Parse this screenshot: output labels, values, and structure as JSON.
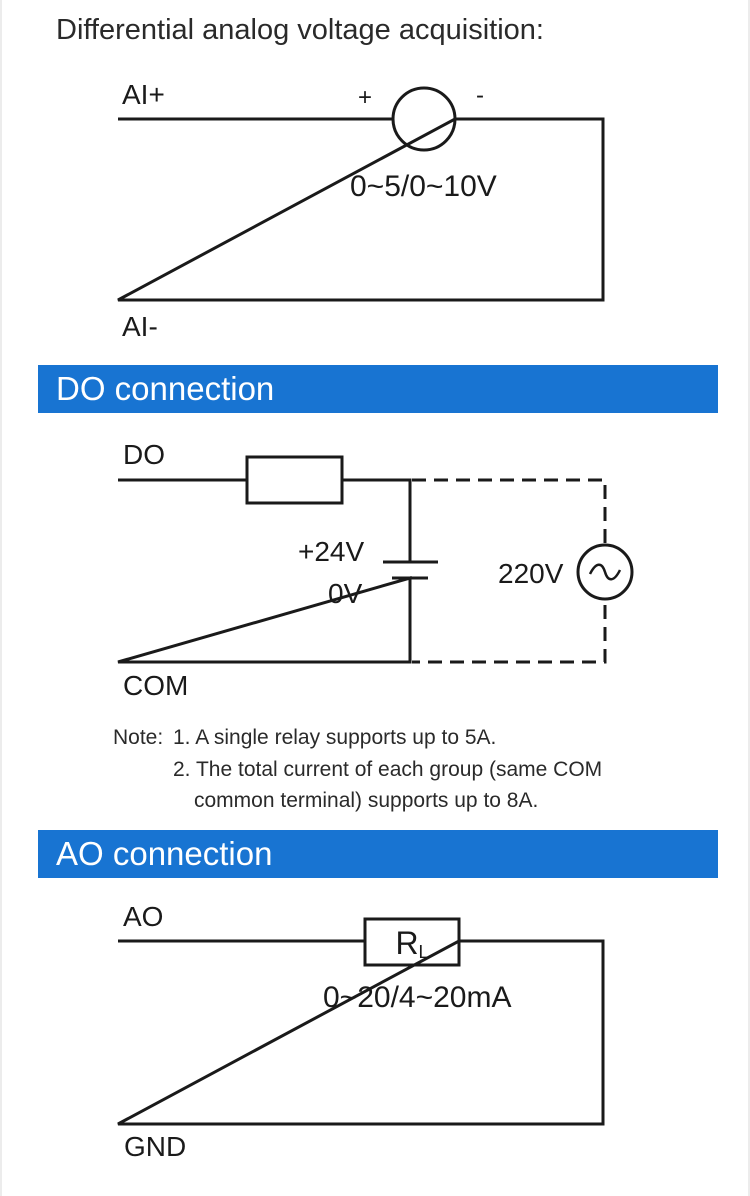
{
  "title": "Differential analog voltage acquisition:",
  "ai": {
    "pos_terminal": "AI+",
    "neg_terminal": "AI-",
    "source_plus": "+",
    "source_minus": "-",
    "range": "0~5/0~10V"
  },
  "do_section": {
    "header": "DO connection",
    "terminal_top": "DO",
    "terminal_bottom": "COM",
    "dc_positive": "+24V",
    "dc_zero": "0V",
    "ac_voltage": "220V",
    "note_prefix": "Note:",
    "note_1": "1. A single relay supports up to 5A.",
    "note_2_line1": "2. The total current of each group (same COM",
    "note_2_line2": "common terminal) supports up to 8A."
  },
  "ao_section": {
    "header": "AO connection",
    "terminal_top": "AO",
    "terminal_bottom": "GND",
    "load_main": "R",
    "load_sub": "L",
    "range": "0~20/4~20mA"
  },
  "colors": {
    "banner": "#1874d2",
    "line": "#1a1a1a"
  }
}
